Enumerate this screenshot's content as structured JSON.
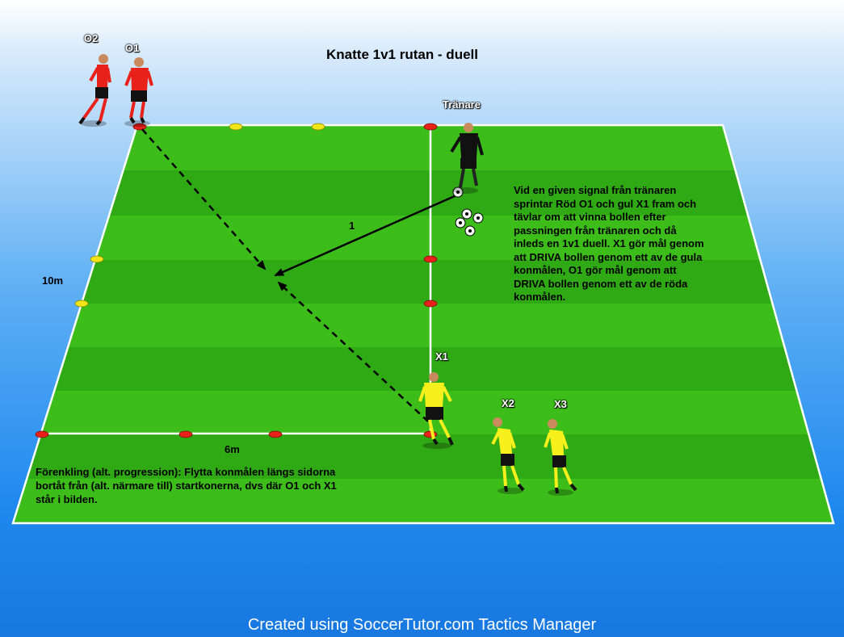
{
  "title": "Knatte 1v1 rutan - duell",
  "players": {
    "o2": "O2",
    "o1": "O1",
    "coach": "Tränare",
    "x1": "X1",
    "x2": "X2",
    "x3": "X3"
  },
  "measurements": {
    "side": "10m",
    "bottom": "6m"
  },
  "pass_number": "1",
  "description": "Vid en given signal från tränaren sprintar Röd O1 och gul X1 fram och tävlar om att vinna bollen efter passningen från tränaren och då inleds en 1v1 duell. X1 gör mål genom att DRIVA bollen genom ett av de gula konmålen, O1 gör mål genom att DRIVA bollen genom ett av de röda konmålen.",
  "note": "Förenkling (alt. progression): Flytta konmålen längs sidorna bortåt från (alt. närmare till) startkonerna, dvs där O1 och X1 står i bilden.",
  "footer": "Created using SoccerTutor.com Tactics Manager",
  "colors": {
    "pitch_light": "#3cbd1a",
    "pitch_dark": "#2ea612",
    "red_team": "#e8211b",
    "yellow_team": "#f7f01c",
    "coach": "#111111",
    "cone_red": "#e8211b",
    "cone_yellow": "#f2e51a"
  }
}
